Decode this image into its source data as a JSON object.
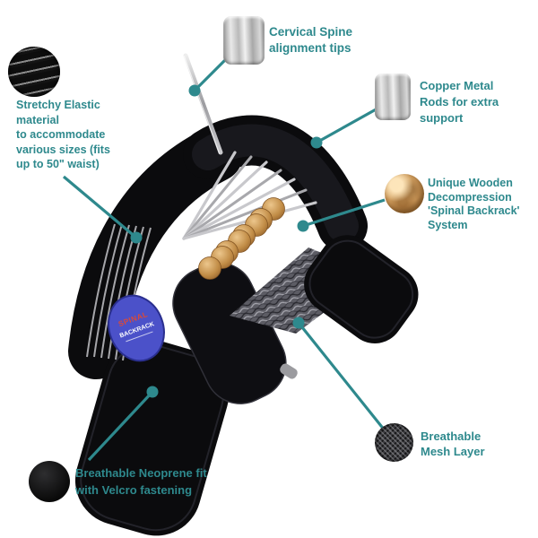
{
  "page": {
    "background": "#ffffff"
  },
  "colors": {
    "accent_teal": "#2E898D",
    "device_black": "#0B0B0D",
    "wood": "#C89455",
    "metal": "#B9B9B9",
    "logo_blue": "#4B51C9",
    "logo_red": "#D94A3A"
  },
  "callouts": {
    "cervical_tips": {
      "swatch": "brushed-metal-rod",
      "lines": [
        "Cervical Spine",
        "alignment tips"
      ]
    },
    "copper_rods": {
      "swatch": "brushed-metal-rod",
      "lines": [
        "Copper Metal",
        "Rods for extra",
        "support"
      ]
    },
    "wooden_system": {
      "swatch": "wooden-ball",
      "lines": [
        "Unique Wooden",
        "Decompression",
        "'Spinal Backrack'",
        "System"
      ]
    },
    "stretchy_elastic": {
      "swatch": "elastic-fabric-roll",
      "lines": [
        "Stretchy Elastic",
        "material",
        "to accommodate",
        "various sizes (fits",
        "up to 50\" waist)"
      ]
    },
    "neoprene": {
      "swatch": "neoprene-fabric",
      "lines": [
        "Breathable Neoprene fit",
        "with Velcro fastening"
      ]
    },
    "mesh": {
      "swatch": "mesh-fabric",
      "lines": [
        "Breathable",
        "Mesh Layer"
      ]
    }
  },
  "device": {
    "logo": {
      "line1": "SPINAL",
      "line2": "BACKRACK"
    }
  }
}
